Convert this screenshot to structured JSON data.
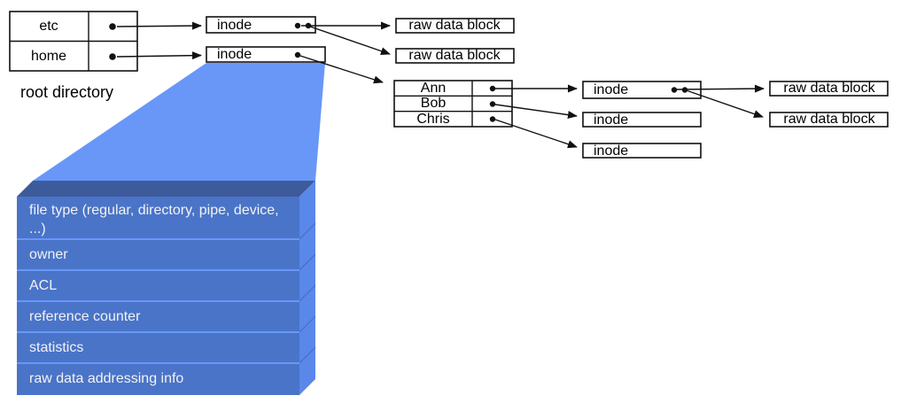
{
  "root_directory": {
    "caption": "root directory",
    "rows": [
      "etc",
      "home"
    ]
  },
  "home_directory": {
    "rows": [
      "Ann",
      "Bob",
      "Chris"
    ]
  },
  "labels": {
    "inode": "inode",
    "raw_data_block": "raw data block"
  },
  "inode_detail": {
    "fields": [
      "file type (regular, directory, pipe, device, ...)",
      "owner",
      "ACL",
      "reference counter",
      "statistics",
      "raw data addressing info"
    ]
  },
  "colors": {
    "funnel": "#6897F8",
    "detail_front": "#4A74C8",
    "detail_top": "#3D5B9B",
    "detail_side": "#5A87EA",
    "detail_separator": "#6897F8",
    "detail_text": "#F2F2F4",
    "line": "#111111"
  }
}
